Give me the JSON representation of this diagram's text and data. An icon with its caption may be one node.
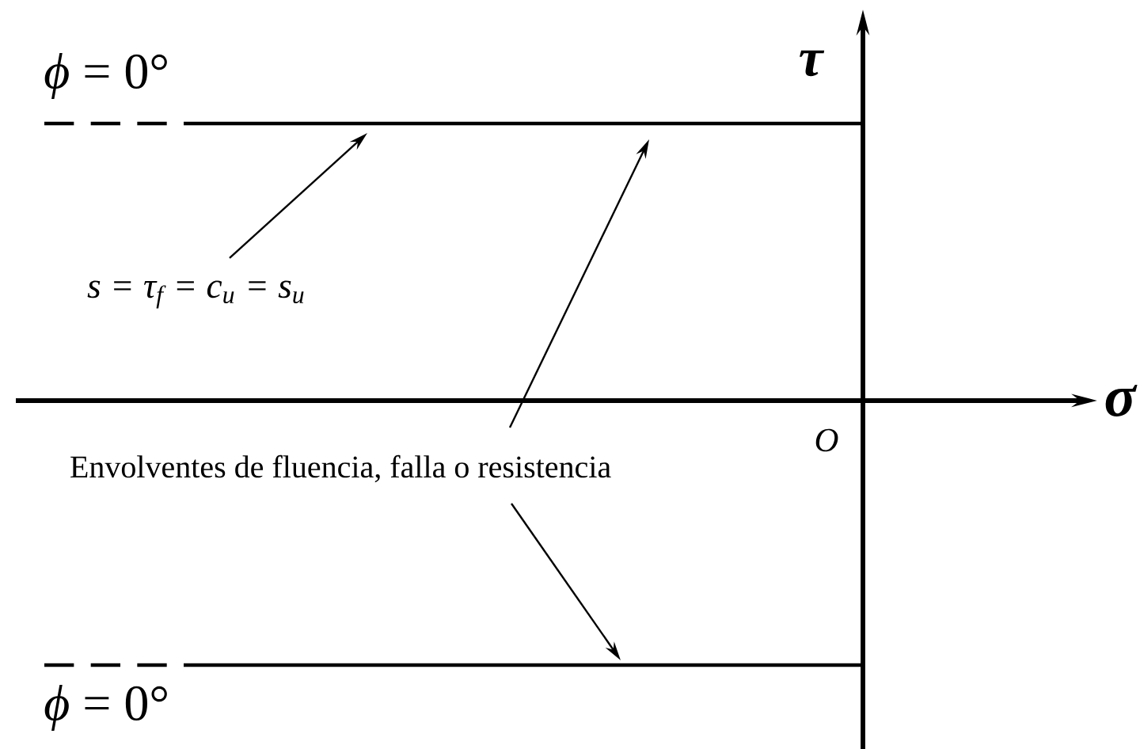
{
  "diagram": {
    "nodes": [
      {
        "text": [],
        "shape": "line",
        "beside": [
          "*ϕ* = 0°"
        ]
      },
      {
        "text": [
          "s = τ$_{f}$ = c$_{u}$ = s$_{u}$"
        ]
      },
      {
        "text": [
          "Envolventes de fluencia, falla o resistencia"
        ]
      },
      {
        "text": [],
        "shape": "line",
        "beside": [
          "*ϕ* = 0°"
        ]
      }
    ],
    "edges": [
      {
        "from": 1,
        "to": 0,
        "arrow": "to"
      },
      {
        "from": 2,
        "to": 0,
        "arrow": "to"
      },
      {
        "from": 2,
        "to": 3,
        "arrow": "to"
      }
    ],
    "labels": [
      "τ",
      "σ",
      "O"
    ]
  }
}
